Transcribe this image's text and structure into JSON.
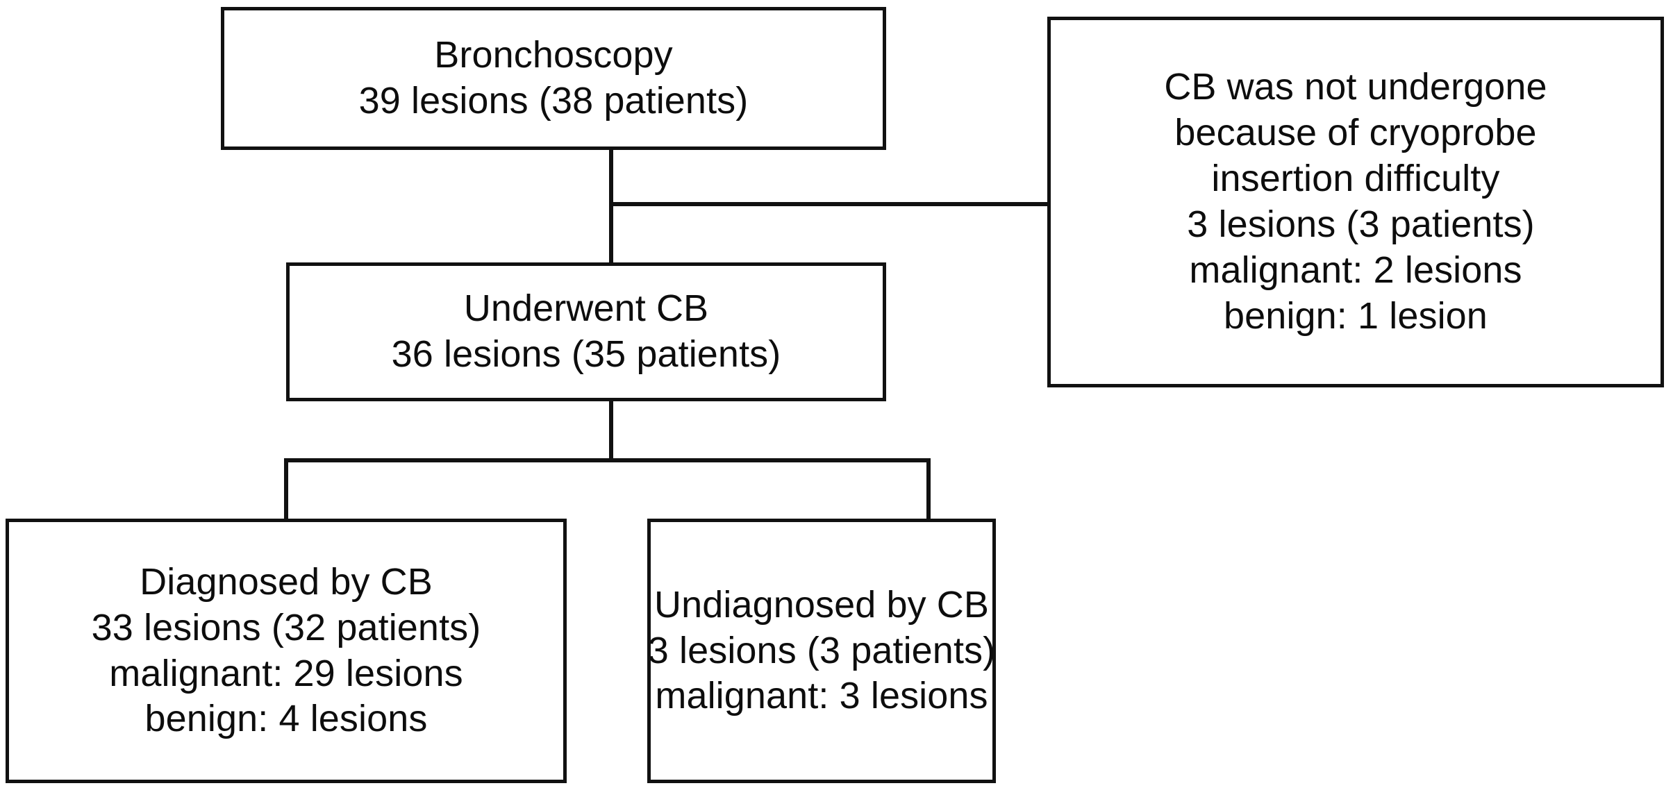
{
  "diagram": {
    "title": "Cryobiopsy (CB) patient flow diagram",
    "type": "flowchart",
    "background_color": "#ffffff",
    "line_color": "#111111",
    "text_color": "#0d0d0d",
    "nodes": {
      "bronchoscopy": {
        "name": "bronchoscopy",
        "lines": [
          "Bronchoscopy",
          "39 lesions (38 patients)"
        ],
        "line1": "Bronchoscopy",
        "line2": "39 lesions (38 patients)",
        "lesions": 39,
        "patients": 38
      },
      "not_undergone": {
        "name": "cb-not-undergone",
        "lines": [
          "CB was not undergone",
          "because of cryoprobe",
          "insertion difficulty",
          " 3 lesions (3 patients)",
          "malignant: 2 lesions",
          "benign: 1 lesion"
        ],
        "line1": "CB was not undergone",
        "line2": "because of cryoprobe",
        "line3": "insertion difficulty",
        "line4": " 3 lesions (3 patients)",
        "line5": "malignant: 2 lesions",
        "line6": "benign: 1 lesion",
        "lesions": 3,
        "patients": 3,
        "malignant": 2,
        "benign": 1
      },
      "underwent": {
        "name": "underwent-cb",
        "lines": [
          "Underwent CB",
          "36 lesions (35 patients)"
        ],
        "line1": "Underwent CB",
        "line2": "36 lesions (35 patients)",
        "lesions": 36,
        "patients": 35
      },
      "diagnosed": {
        "name": "diagnosed-by-cb",
        "lines": [
          "Diagnosed by CB",
          "33 lesions (32 patients)",
          "malignant: 29 lesions",
          "benign: 4 lesions"
        ],
        "line1": "Diagnosed by CB",
        "line2": "33 lesions (32 patients)",
        "line3": "malignant: 29 lesions",
        "line4": "benign: 4 lesions",
        "lesions": 33,
        "patients": 32,
        "malignant": 29,
        "benign": 4
      },
      "undiagnosed": {
        "name": "undiagnosed-by-cb",
        "lines": [
          "Undiagnosed by CB",
          "3 lesions (3 patients)",
          "malignant: 3 lesions"
        ],
        "line1": "Undiagnosed by CB",
        "line2": "3 lesions (3 patients)",
        "line3": "malignant: 3 lesions",
        "lesions": 3,
        "patients": 3,
        "malignant": 3
      }
    },
    "edges": [
      {
        "from": "bronchoscopy",
        "to": "underwent",
        "style": "orthogonal"
      },
      {
        "from": "bronchoscopy",
        "to": "not_undergone",
        "style": "orthogonal"
      },
      {
        "from": "underwent",
        "to": "diagnosed",
        "style": "orthogonal"
      },
      {
        "from": "underwent",
        "to": "undiagnosed",
        "style": "orthogonal"
      }
    ]
  }
}
